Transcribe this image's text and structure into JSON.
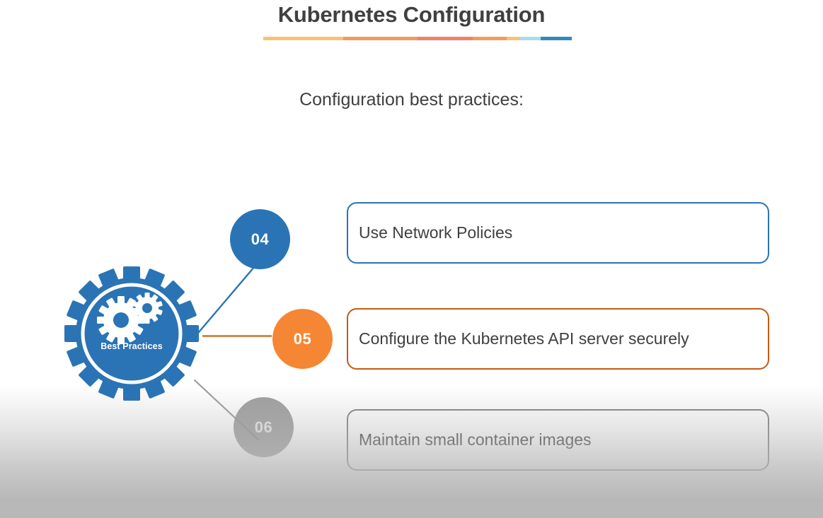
{
  "slide": {
    "title": "Kubernetes Configuration",
    "subtitle": "Configuration best practices:",
    "background_color": "#ffffff",
    "title_color": "#404040",
    "bottom_gradient_color": "#b8b8b8"
  },
  "title_rule": {
    "segments": [
      {
        "color": "#f5c277",
        "width_pct": 26
      },
      {
        "color": "#f09a5f",
        "width_pct": 24
      },
      {
        "color": "#ef8269",
        "width_pct": 18
      },
      {
        "color": "#f49a5c",
        "width_pct": 11
      },
      {
        "color": "#f5c277",
        "width_pct": 4
      },
      {
        "color": "#a8dced",
        "width_pct": 7
      },
      {
        "color": "#3389bd",
        "width_pct": 10
      }
    ]
  },
  "emblem": {
    "name": "best-practices-gear",
    "label": "Best Practices",
    "color": "#2a74b5",
    "inner_color": "#ffffff"
  },
  "connectors": [
    {
      "name": "connector-04",
      "color": "#2a74b5",
      "style": "diagonal-up"
    },
    {
      "name": "connector-05",
      "color": "#d1894a",
      "style": "horizontal"
    },
    {
      "name": "connector-06",
      "color": "#9d9d9d",
      "style": "diagonal-down"
    }
  ],
  "items": [
    {
      "number": "04",
      "text": "Use Network Policies",
      "circle_color": "#2a74b5",
      "border_color": "#2a74b5",
      "number_color": "#ffffff",
      "text_color": "#3f3f3f"
    },
    {
      "number": "05",
      "text": "Configure the Kubernetes API server securely",
      "circle_color": "#f58634",
      "border_color": "#c55a11",
      "number_color": "#ffffff",
      "text_color": "#3f3f3f"
    },
    {
      "number": "06",
      "text": "Maintain small container images",
      "circle_color": "#9d9d9d",
      "border_color": "#7f7f7f",
      "number_color": "#e6e6e6",
      "text_color": "#3f3f3f"
    }
  ]
}
